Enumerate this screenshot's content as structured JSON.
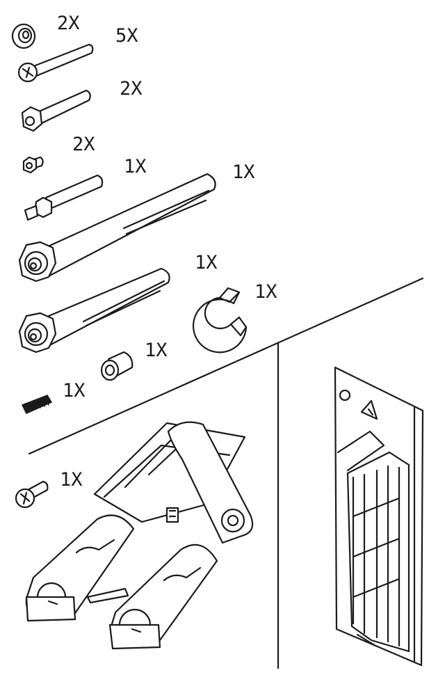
{
  "parts": [
    {
      "id": "washer",
      "qty": "2X"
    },
    {
      "id": "long-screw",
      "qty": "5X"
    },
    {
      "id": "hex-standoff",
      "qty": "2X"
    },
    {
      "id": "small-nut",
      "qty": "2X"
    },
    {
      "id": "threaded-pin",
      "qty": "1X"
    },
    {
      "id": "long-spindle",
      "qty": "1X"
    },
    {
      "id": "short-spindle",
      "qty": "1X"
    },
    {
      "id": "c-clip",
      "qty": "1X"
    },
    {
      "id": "bushing",
      "qty": "1X"
    },
    {
      "id": "spring",
      "qty": "1X"
    },
    {
      "id": "short-screw",
      "qty": "1X"
    }
  ],
  "colors": {
    "ink": "#1a1a1a",
    "paper": "#ffffff"
  }
}
